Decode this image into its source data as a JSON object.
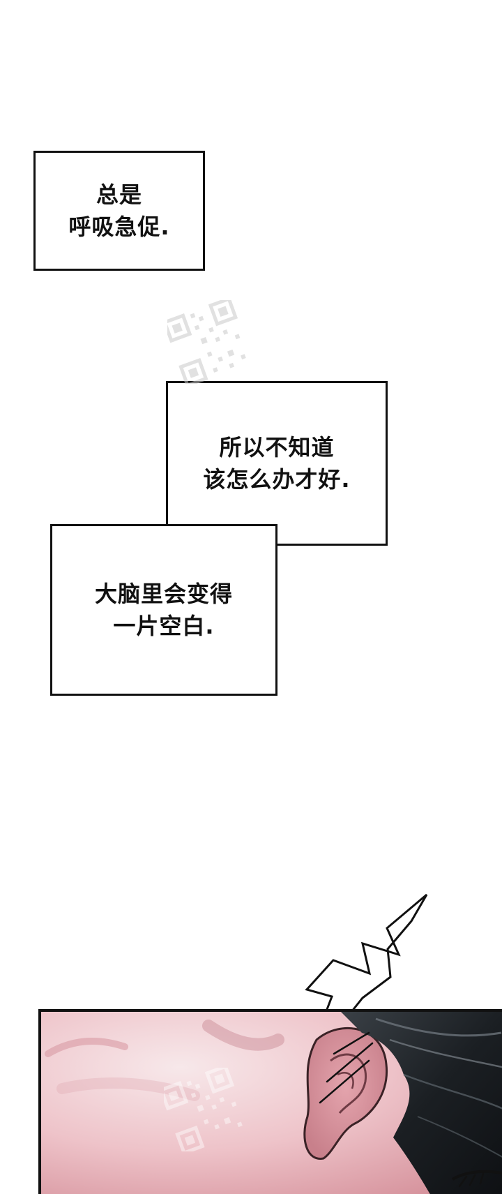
{
  "captions": {
    "box1": "总是\n呼吸急促.",
    "box2": "所以不知道\n该怎么办才好.",
    "box3": "大脑里会变得\n一片空白."
  },
  "colors": {
    "ink": "#111111",
    "paper": "#ffffff",
    "skin_light": "#f6e4e6",
    "skin_mid": "#e9b8bf",
    "skin_dark": "#c97f89",
    "hair": "#1e2226"
  },
  "icons": {
    "watermark_top": "qr-code-watermark-icon",
    "watermark_bottom": "qr-code-watermark-icon"
  }
}
